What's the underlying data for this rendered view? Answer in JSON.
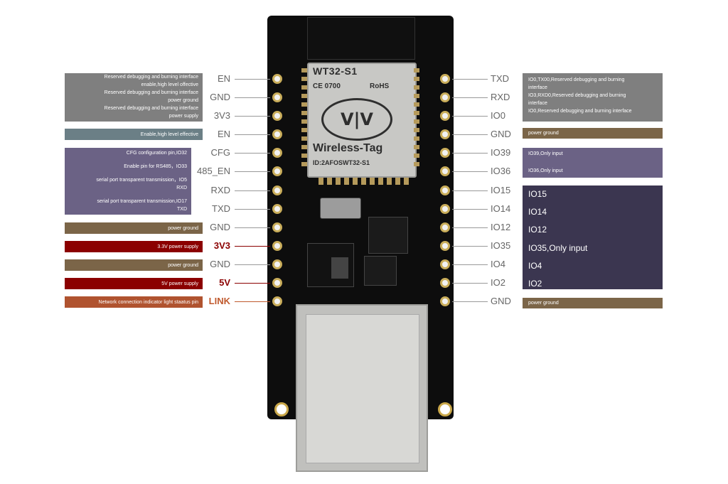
{
  "board": {
    "module_title": "WT32-S1",
    "ce_mark": "CE 0700",
    "rohs_mark": "RoHS",
    "brand": "Wireless-Tag",
    "fcc_id": "ID:2AFOSWT32-S1",
    "logo_glyph": "V|V"
  },
  "colors": {
    "gray": "#7f7f7f",
    "teal_gray": "#6b7f86",
    "purple_gray": "#6b6285",
    "brown": "#7b6548",
    "dark_red": "#8b0000",
    "orange_brown": "#b0532f",
    "navy_purple": "#3b3650"
  },
  "left_pins": [
    {
      "label": "EN",
      "style": "gray"
    },
    {
      "label": "GND",
      "style": "gray"
    },
    {
      "label": "3V3",
      "style": "gray"
    },
    {
      "label": "EN",
      "style": "gray"
    },
    {
      "label": "CFG",
      "style": "gray"
    },
    {
      "label": "485_EN",
      "style": "gray"
    },
    {
      "label": "RXD",
      "style": "gray"
    },
    {
      "label": "TXD",
      "style": "gray"
    },
    {
      "label": "GND",
      "style": "gray"
    },
    {
      "label": "3V3",
      "style": "red"
    },
    {
      "label": "GND",
      "style": "gray"
    },
    {
      "label": "5V",
      "style": "red"
    },
    {
      "label": "LINK",
      "style": "orange"
    }
  ],
  "right_pins": [
    {
      "label": "TXD"
    },
    {
      "label": "RXD"
    },
    {
      "label": "IO0"
    },
    {
      "label": "GND"
    },
    {
      "label": "IO39"
    },
    {
      "label": "IO36"
    },
    {
      "label": "IO15"
    },
    {
      "label": "IO14"
    },
    {
      "label": "IO12"
    },
    {
      "label": "IO35"
    },
    {
      "label": "IO4"
    },
    {
      "label": "IO2"
    },
    {
      "label": "GND"
    }
  ],
  "left_boxes": [
    {
      "color": "gray",
      "lines": [
        "Reserved debugging and burning interface",
        "enable,high level offective",
        "Reserved debugging and burning interface",
        "power ground",
        "Reserved debugging and burning interface",
        "power supply"
      ]
    },
    {
      "color": "teal_gray",
      "lines": [
        "Enable,high level effective"
      ]
    },
    {
      "color": "purple_gray",
      "lines": [
        "CFG configuration pin,IO32",
        "Enable pin for RS485，IO33",
        "serial port transparent transmission，IO5",
        "RXD",
        "serial port transparent transmission,IO17",
        "TXD"
      ]
    },
    {
      "color": "brown",
      "lines": [
        "power ground"
      ]
    },
    {
      "color": "dark_red",
      "lines": [
        "3.3V power supply"
      ]
    },
    {
      "color": "brown",
      "lines": [
        "power ground"
      ]
    },
    {
      "color": "dark_red",
      "lines": [
        "5V power supply"
      ]
    },
    {
      "color": "orange_brown",
      "lines": [
        "Network connection indicator light staatus pin"
      ]
    }
  ],
  "right_boxes": [
    {
      "color": "gray",
      "lines": [
        "IO0,TX00,Reserved debugging and burning",
        "interface",
        "IO3,RXD0,Reserved debugging and burning",
        "interface",
        "IO0,Reserved debugging and burning interface"
      ]
    },
    {
      "color": "brown",
      "lines": [
        "power ground"
      ]
    },
    {
      "color": "purple_gray",
      "lines": [
        "IO39,Only input",
        "IO36,Only input"
      ]
    },
    {
      "color": "navy_purple",
      "big": true,
      "lines": [
        "IO15",
        "IO14",
        "IO12",
        "IO35,Only input",
        "IO4",
        "IO2"
      ]
    },
    {
      "color": "brown",
      "lines": [
        "power ground"
      ]
    }
  ]
}
